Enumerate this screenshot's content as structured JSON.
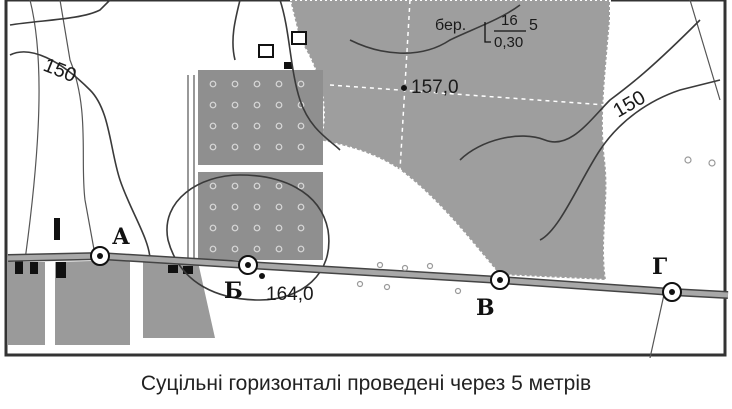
{
  "map": {
    "contour_labels": [
      {
        "id": "contour-150-left",
        "text": "150"
      },
      {
        "id": "contour-150-right",
        "text": "150"
      }
    ],
    "elevations": [
      {
        "id": "elevation-157",
        "text": "157,0"
      },
      {
        "id": "elevation-164",
        "text": "164,0"
      }
    ],
    "forest_sign": {
      "prefix": "бер.",
      "numerator": "16",
      "denominator": "0,30",
      "suffix": "5"
    },
    "points": [
      {
        "id": "point-a",
        "label": "А"
      },
      {
        "id": "point-b",
        "label": "Б"
      },
      {
        "id": "point-v",
        "label": "В"
      },
      {
        "id": "point-g",
        "label": "Г"
      }
    ],
    "colors": {
      "forest": "#9e9e9e",
      "orchard": "#8f8f8f",
      "road": "#a8a8a8",
      "contour": "#3a3a3a",
      "background": "#ffffff"
    }
  },
  "caption": "Суцільні горизонталі проведені через 5 метрів"
}
